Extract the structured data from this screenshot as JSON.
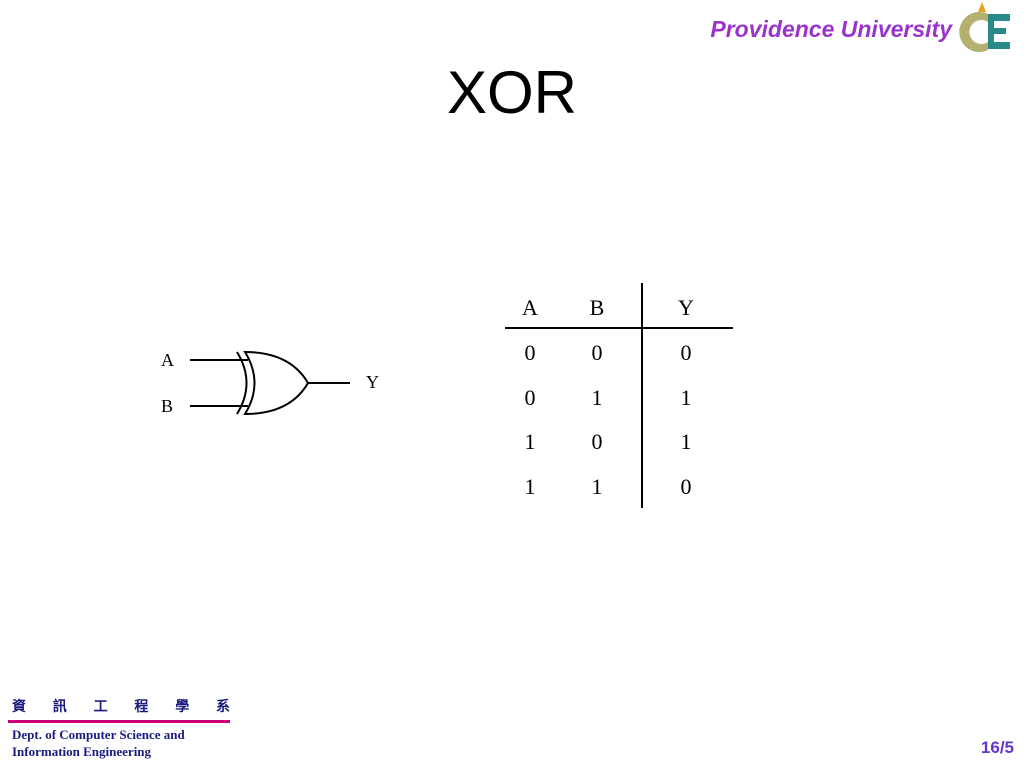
{
  "header": {
    "university": "Providence University",
    "accent_color": "#9933cc"
  },
  "slide": {
    "title": "XOR"
  },
  "gate": {
    "input_a": "A",
    "input_b": "B",
    "output": "Y"
  },
  "truth_table": {
    "headers": [
      "A",
      "B",
      "Y"
    ],
    "rows": [
      [
        "0",
        "0",
        "0"
      ],
      [
        "0",
        "1",
        "1"
      ],
      [
        "1",
        "0",
        "1"
      ],
      [
        "1",
        "1",
        "0"
      ]
    ]
  },
  "footer": {
    "chinese_chars": [
      "資",
      "訊",
      "工",
      "程",
      "學",
      "系"
    ],
    "dept_line1": "Dept. of Computer Science and",
    "dept_line2": "Information Engineering",
    "page_number": "16/5"
  }
}
